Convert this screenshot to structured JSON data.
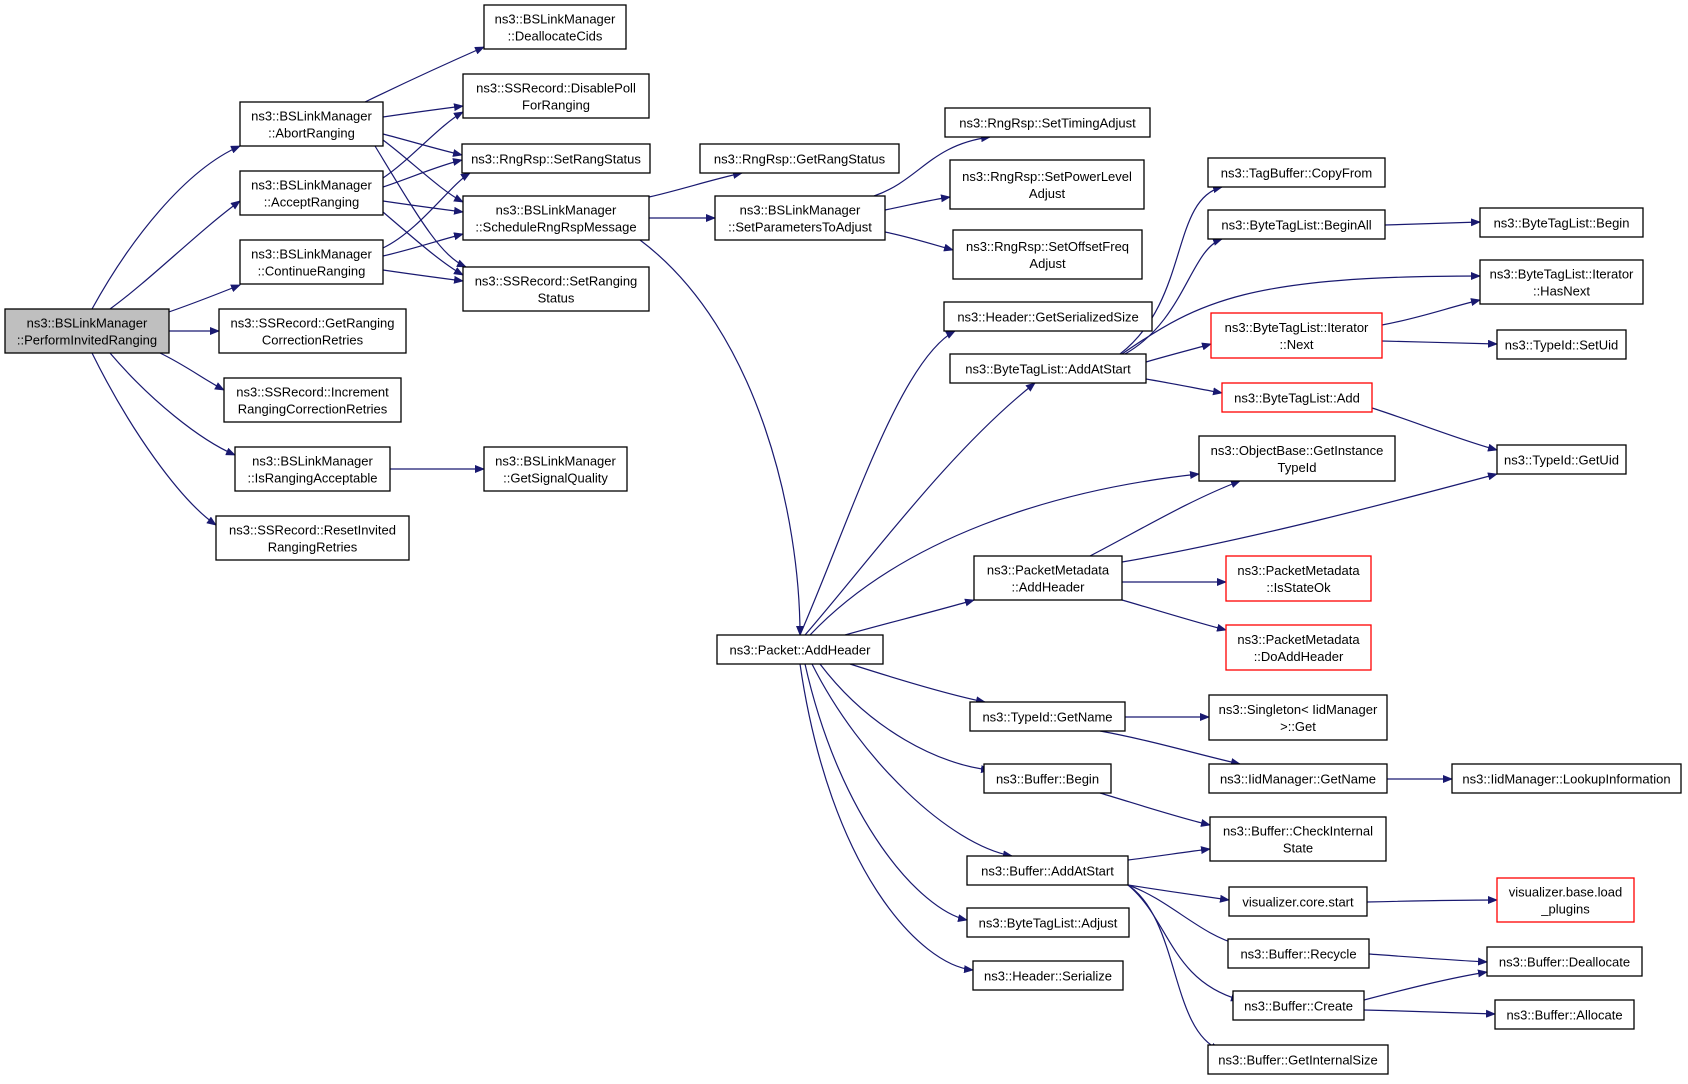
{
  "colors": {
    "edge": "#191970",
    "box_border": "#000000",
    "truncated_border": "#ff0000",
    "root_fill": "#bfbfbf",
    "box_fill": "#ffffff"
  },
  "nodes": {
    "perform_invited_ranging": {
      "lines": [
        "ns3::BSLinkManager",
        "::PerformInvitedRanging"
      ],
      "root": true
    },
    "abort_ranging": {
      "lines": [
        "ns3::BSLinkManager",
        "::AbortRanging"
      ]
    },
    "accept_ranging": {
      "lines": [
        "ns3::BSLinkManager",
        "::AcceptRanging"
      ]
    },
    "continue_ranging": {
      "lines": [
        "ns3::BSLinkManager",
        "::ContinueRanging"
      ]
    },
    "get_ranging_correction_retries": {
      "lines": [
        "ns3::SSRecord::GetRanging",
        "CorrectionRetries"
      ]
    },
    "increment_ranging_correction_retries": {
      "lines": [
        "ns3::SSRecord::Increment",
        "RangingCorrectionRetries"
      ]
    },
    "is_ranging_acceptable": {
      "lines": [
        "ns3::BSLinkManager",
        "::IsRangingAcceptable"
      ]
    },
    "reset_invited_ranging_retries": {
      "lines": [
        "ns3::SSRecord::ResetInvited",
        "RangingRetries"
      ]
    },
    "deallocate_cids": {
      "lines": [
        "ns3::BSLinkManager",
        "::DeallocateCids"
      ]
    },
    "disable_poll_for_ranging": {
      "lines": [
        "ns3::SSRecord::DisablePoll",
        "ForRanging"
      ]
    },
    "rngrsp_set_rang_status": {
      "lines": [
        "ns3::RngRsp::SetRangStatus"
      ]
    },
    "schedule_rng_rsp_message": {
      "lines": [
        "ns3::BSLinkManager",
        "::ScheduleRngRspMessage"
      ]
    },
    "ssrecord_set_ranging_status": {
      "lines": [
        "ns3::SSRecord::SetRanging",
        "Status"
      ]
    },
    "get_signal_quality": {
      "lines": [
        "ns3::BSLinkManager",
        "::GetSignalQuality"
      ]
    },
    "rngrsp_get_rang_status": {
      "lines": [
        "ns3::RngRsp::GetRangStatus"
      ]
    },
    "set_parameters_to_adjust": {
      "lines": [
        "ns3::BSLinkManager",
        "::SetParametersToAdjust"
      ]
    },
    "packet_add_header": {
      "lines": [
        "ns3::Packet::AddHeader"
      ]
    },
    "set_timing_adjust": {
      "lines": [
        "ns3::RngRsp::SetTimingAdjust"
      ]
    },
    "set_power_level_adjust": {
      "lines": [
        "ns3::RngRsp::SetPowerLevel",
        "Adjust"
      ]
    },
    "set_offset_freq_adjust": {
      "lines": [
        "ns3::RngRsp::SetOffsetFreq",
        "Adjust"
      ]
    },
    "header_get_serialized_size": {
      "lines": [
        "ns3::Header::GetSerializedSize"
      ]
    },
    "bytetaglist_add_at_start": {
      "lines": [
        "ns3::ByteTagList::AddAtStart"
      ]
    },
    "packet_metadata_add_header": {
      "lines": [
        "ns3::PacketMetadata",
        "::AddHeader"
      ]
    },
    "typeid_get_name": {
      "lines": [
        "ns3::TypeId::GetName"
      ]
    },
    "buffer_begin": {
      "lines": [
        "ns3::Buffer::Begin"
      ]
    },
    "buffer_add_at_start": {
      "lines": [
        "ns3::Buffer::AddAtStart"
      ]
    },
    "bytetaglist_adjust": {
      "lines": [
        "ns3::ByteTagList::Adjust"
      ]
    },
    "header_serialize": {
      "lines": [
        "ns3::Header::Serialize"
      ]
    },
    "tagbuffer_copy_from": {
      "lines": [
        "ns3::TagBuffer::CopyFrom"
      ]
    },
    "bytetaglist_begin_all": {
      "lines": [
        "ns3::ByteTagList::BeginAll"
      ]
    },
    "bytetaglist_iterator_next": {
      "lines": [
        "ns3::ByteTagList::Iterator",
        "::Next"
      ],
      "truncated": true
    },
    "bytetaglist_add": {
      "lines": [
        "ns3::ByteTagList::Add"
      ],
      "truncated": true
    },
    "objectbase_get_instance_typeid": {
      "lines": [
        "ns3::ObjectBase::GetInstance",
        "TypeId"
      ]
    },
    "packet_metadata_is_state_ok": {
      "lines": [
        "ns3::PacketMetadata",
        "::IsStateOk"
      ],
      "truncated": true
    },
    "packet_metadata_do_add_header": {
      "lines": [
        "ns3::PacketMetadata",
        "::DoAddHeader"
      ],
      "truncated": true
    },
    "singleton_iidmanager_get": {
      "lines": [
        "ns3::Singleton< IidManager",
        ">::Get"
      ]
    },
    "iidmanager_get_name": {
      "lines": [
        "ns3::IidManager::GetName"
      ]
    },
    "buffer_check_internal_state": {
      "lines": [
        "ns3::Buffer::CheckInternal",
        "State"
      ]
    },
    "visualizer_core_start": {
      "lines": [
        "visualizer.core.start"
      ]
    },
    "buffer_recycle": {
      "lines": [
        "ns3::Buffer::Recycle"
      ]
    },
    "buffer_create": {
      "lines": [
        "ns3::Buffer::Create"
      ]
    },
    "buffer_get_internal_size": {
      "lines": [
        "ns3::Buffer::GetInternalSize"
      ]
    },
    "bytetaglist_begin": {
      "lines": [
        "ns3::ByteTagList::Begin"
      ]
    },
    "bytetaglist_iterator_has_next": {
      "lines": [
        "ns3::ByteTagList::Iterator",
        "::HasNext"
      ]
    },
    "typeid_set_uid": {
      "lines": [
        "ns3::TypeId::SetUid"
      ]
    },
    "typeid_get_uid": {
      "lines": [
        "ns3::TypeId::GetUid"
      ]
    },
    "iidmanager_lookup_information": {
      "lines": [
        "ns3::IidManager::LookupInformation"
      ]
    },
    "visualizer_base_load_plugins": {
      "lines": [
        "visualizer.base.load",
        "_plugins"
      ],
      "truncated": true
    },
    "buffer_deallocate": {
      "lines": [
        "ns3::Buffer::Deallocate"
      ]
    },
    "buffer_allocate": {
      "lines": [
        "ns3::Buffer::Allocate"
      ]
    }
  }
}
